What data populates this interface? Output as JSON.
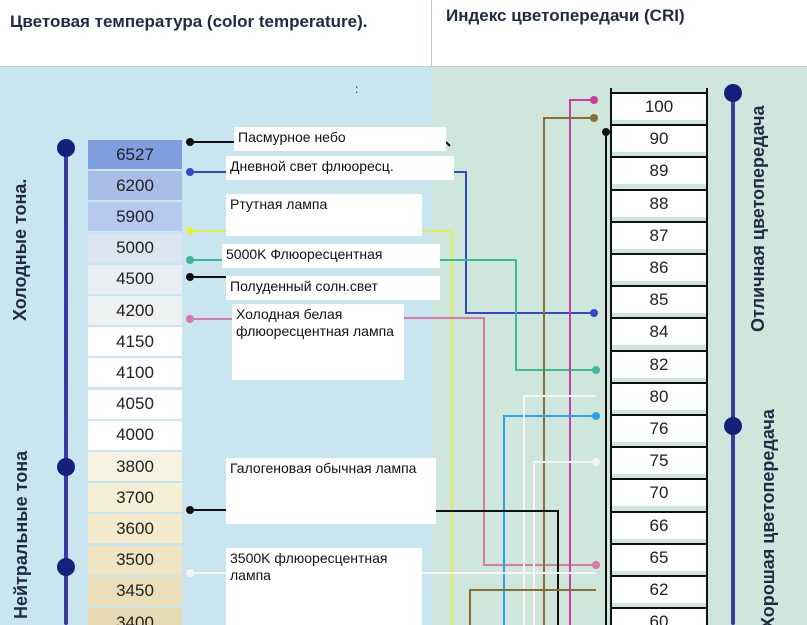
{
  "header": {
    "left_title": "Цветовая температура (color temperature).",
    "right_title": "Индекс цветопередачи (CRI)"
  },
  "misc": {
    "colon_mark": ":"
  },
  "side_labels": {
    "cold": "Холодные тона.",
    "neutral": "Нейтральные тона",
    "excellent_cri": "Отличная цветопередача",
    "good_cri": "Хорошая цветопередача"
  },
  "temperatures": [
    "6527",
    "6200",
    "5900",
    "5000",
    "4500",
    "4200",
    "4150",
    "4100",
    "4050",
    "4000",
    "3800",
    "3700",
    "3600",
    "3500",
    "3450",
    "3400"
  ],
  "cri_values": [
    "100",
    "90",
    "89",
    "88",
    "87",
    "86",
    "85",
    "84",
    "82",
    "80",
    "76",
    "75",
    "70",
    "66",
    "65",
    "62",
    "60"
  ],
  "sources": {
    "overcast": "Пасмурное небо",
    "daylight_fluor": "Дневной свет флюоресц.",
    "mercury": "Ртутная лампа",
    "fluor_5000k": "5000K Флюоресцентная",
    "noon_sun": "Полуденный солн.свет",
    "cool_white": "Холодная белая флюоресцентная лампа",
    "halogen": "Галогеновая обычная лампа",
    "fluor_3500k": "3500K флюоресцентная лампа"
  },
  "colors": {
    "black": "#111111",
    "blue": "#3548c8",
    "yellow": "#e8ec4a",
    "teal": "#3fb89a",
    "pink": "#d87aa8",
    "magenta": "#cc3da0",
    "olive": "#8a6e2e",
    "cyan": "#2aa0e8",
    "white": "#f4f4f4"
  }
}
